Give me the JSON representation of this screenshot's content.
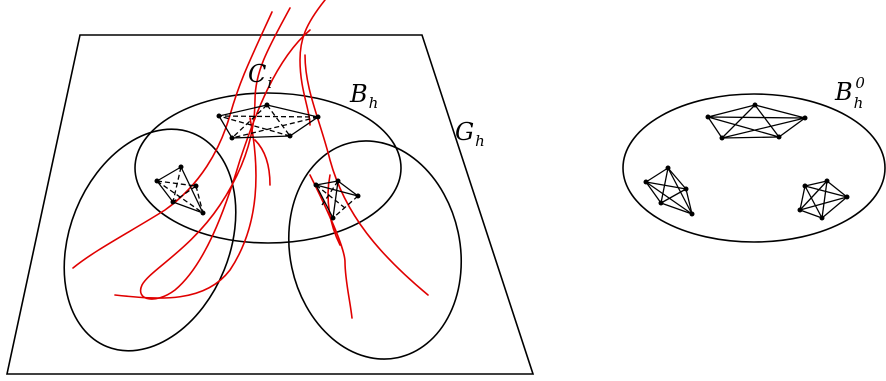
{
  "colors": {
    "ink": "#000000",
    "curve": "#e00000",
    "background": "#ffffff"
  },
  "labels": {
    "c": {
      "main": "C",
      "sub": "i"
    },
    "bh": {
      "main": "B",
      "sub": "h"
    },
    "gh": {
      "main": "G",
      "sub": "h"
    },
    "bh0": {
      "main": "B",
      "sub": "h",
      "sup": "0"
    }
  }
}
